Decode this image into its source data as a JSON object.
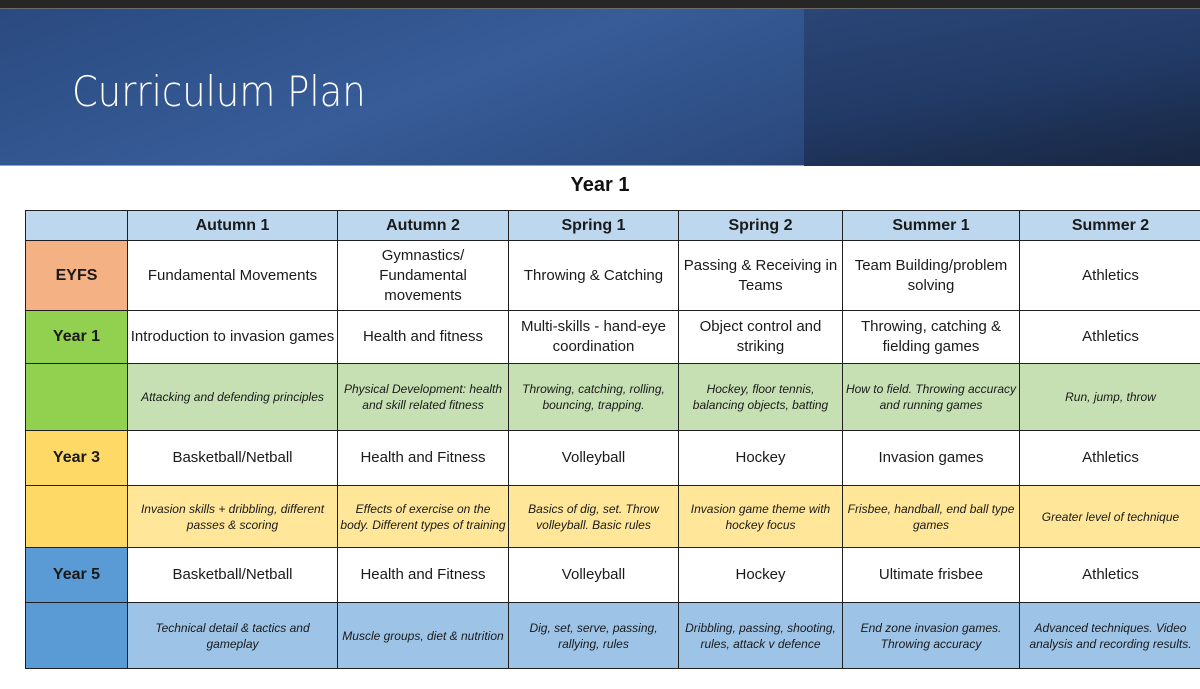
{
  "banner": {
    "title": "Curriculum Plan"
  },
  "subtitle": "Year 1",
  "colors": {
    "banner": "#2f5090",
    "header": "#bdd7ee",
    "eyfs": "#f4b183",
    "year1": "#92d050",
    "year1_detail": "#c6e0b4",
    "year3": "#ffd966",
    "year3_detail": "#ffe699",
    "year5": "#5b9bd5",
    "year5_detail": "#9dc3e6"
  },
  "table": {
    "columns": [
      "",
      "Autumn 1",
      "Autumn 2",
      "Spring 1",
      "Spring 2",
      "Summer 1",
      "Summer 2"
    ],
    "rows": [
      {
        "label": "EYFS",
        "cells": [
          "Fundamental Movements",
          "Gymnastics/ Fundamental movements",
          "Throwing & Catching",
          "Passing & Receiving in Teams",
          "Team Building/problem solving",
          "Athletics"
        ]
      },
      {
        "label": "Year 1",
        "cells": [
          "Introduction to invasion games",
          "Health and fitness",
          "Multi-skills - hand-eye coordination",
          "Object control and striking",
          "Throwing, catching & fielding games",
          "Athletics"
        ],
        "details": [
          "Attacking and defending principles",
          "Physical Development: health and skill related fitness",
          "Throwing, catching, rolling, bouncing, trapping.",
          "Hockey, floor tennis, balancing objects, batting",
          "How to field. Throwing accuracy and running games",
          "Run, jump, throw"
        ]
      },
      {
        "label": "Year 3",
        "cells": [
          "Basketball/Netball",
          "Health and Fitness",
          "Volleyball",
          "Hockey",
          "Invasion games",
          "Athletics"
        ],
        "details": [
          "Invasion skills + dribbling, different passes & scoring",
          "Effects of exercise on the body. Different types of training",
          "Basics of dig, set. Throw volleyball. Basic rules",
          "Invasion game theme with hockey focus",
          "Frisbee, handball, end ball type games",
          "Greater level of technique"
        ]
      },
      {
        "label": "Year 5",
        "cells": [
          "Basketball/Netball",
          "Health and Fitness",
          "Volleyball",
          "Hockey",
          "Ultimate frisbee",
          "Athletics"
        ],
        "details": [
          "Technical detail & tactics and gameplay",
          "Muscle groups, diet & nutrition",
          "Dig, set, serve, passing, rallying, rules",
          "Dribbling, passing, shooting, rules, attack v defence",
          "End zone invasion games. Throwing accuracy",
          "Advanced techniques. Video analysis and recording results."
        ]
      }
    ]
  }
}
